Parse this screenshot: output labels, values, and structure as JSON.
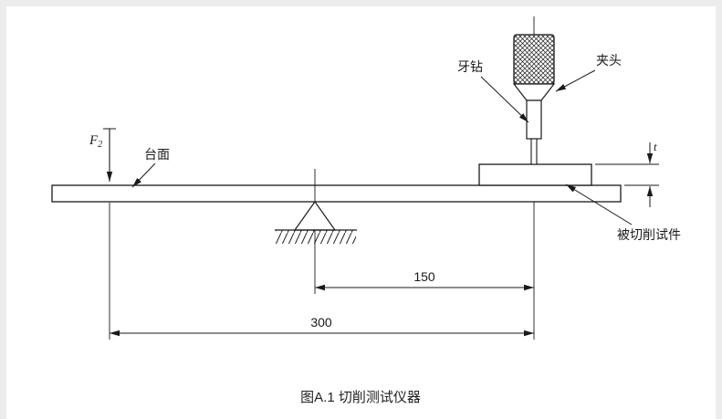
{
  "figure": {
    "caption": "图A.1  切削测试仪器"
  },
  "labels": {
    "force_main": "F",
    "force_sub": "2",
    "table_surface": "台面",
    "drill": "牙钻",
    "chuck": "夹头",
    "specimen": "被切削试件",
    "thickness": "t"
  },
  "dimensions": {
    "pivot_to_drill": "150",
    "force_to_drill": "300"
  },
  "colors": {
    "line": "#1a1a1a",
    "background": "#ffffff"
  }
}
